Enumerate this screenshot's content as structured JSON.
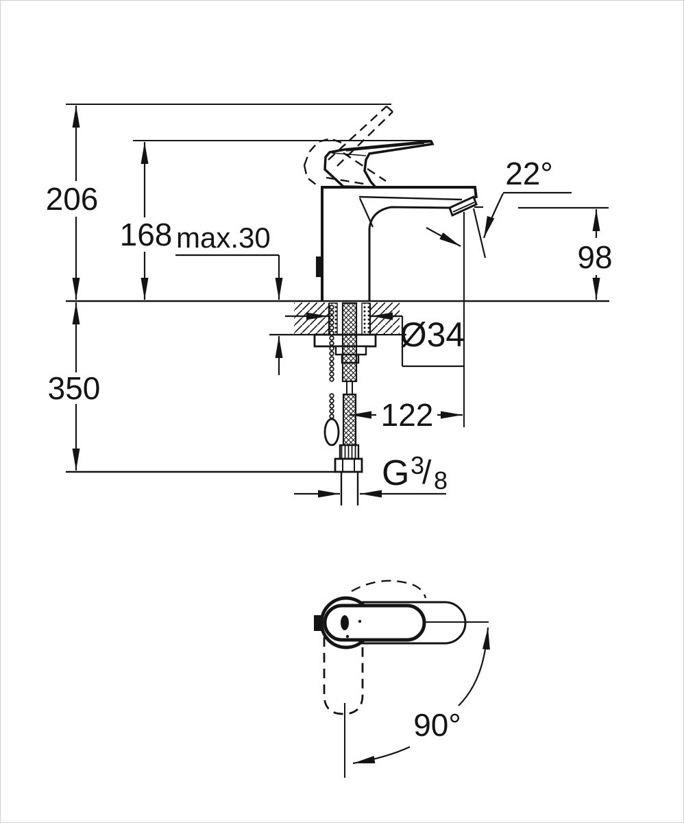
{
  "page": {
    "background": "#ffffff",
    "line_color": "#141414",
    "border_color": "#cfcfcf"
  },
  "drawing": {
    "type": "technical-dimension-drawing",
    "subject": "single-lever basin mixer faucet - side elevation with mounting parts and plan view",
    "side_view": {
      "dimensions": {
        "total_height": "206",
        "lever_height": "168",
        "max_mounting_thickness": "max.30",
        "aerator_angle": "22°",
        "spout_height": "98",
        "hose_length": "350",
        "hole_diameter": "Ø34",
        "spout_reach": "122",
        "thread_g": "G",
        "thread_num": "3",
        "thread_slash": "/",
        "thread_den": "8"
      }
    },
    "plan_view": {
      "swivel_angle": "90°"
    }
  }
}
